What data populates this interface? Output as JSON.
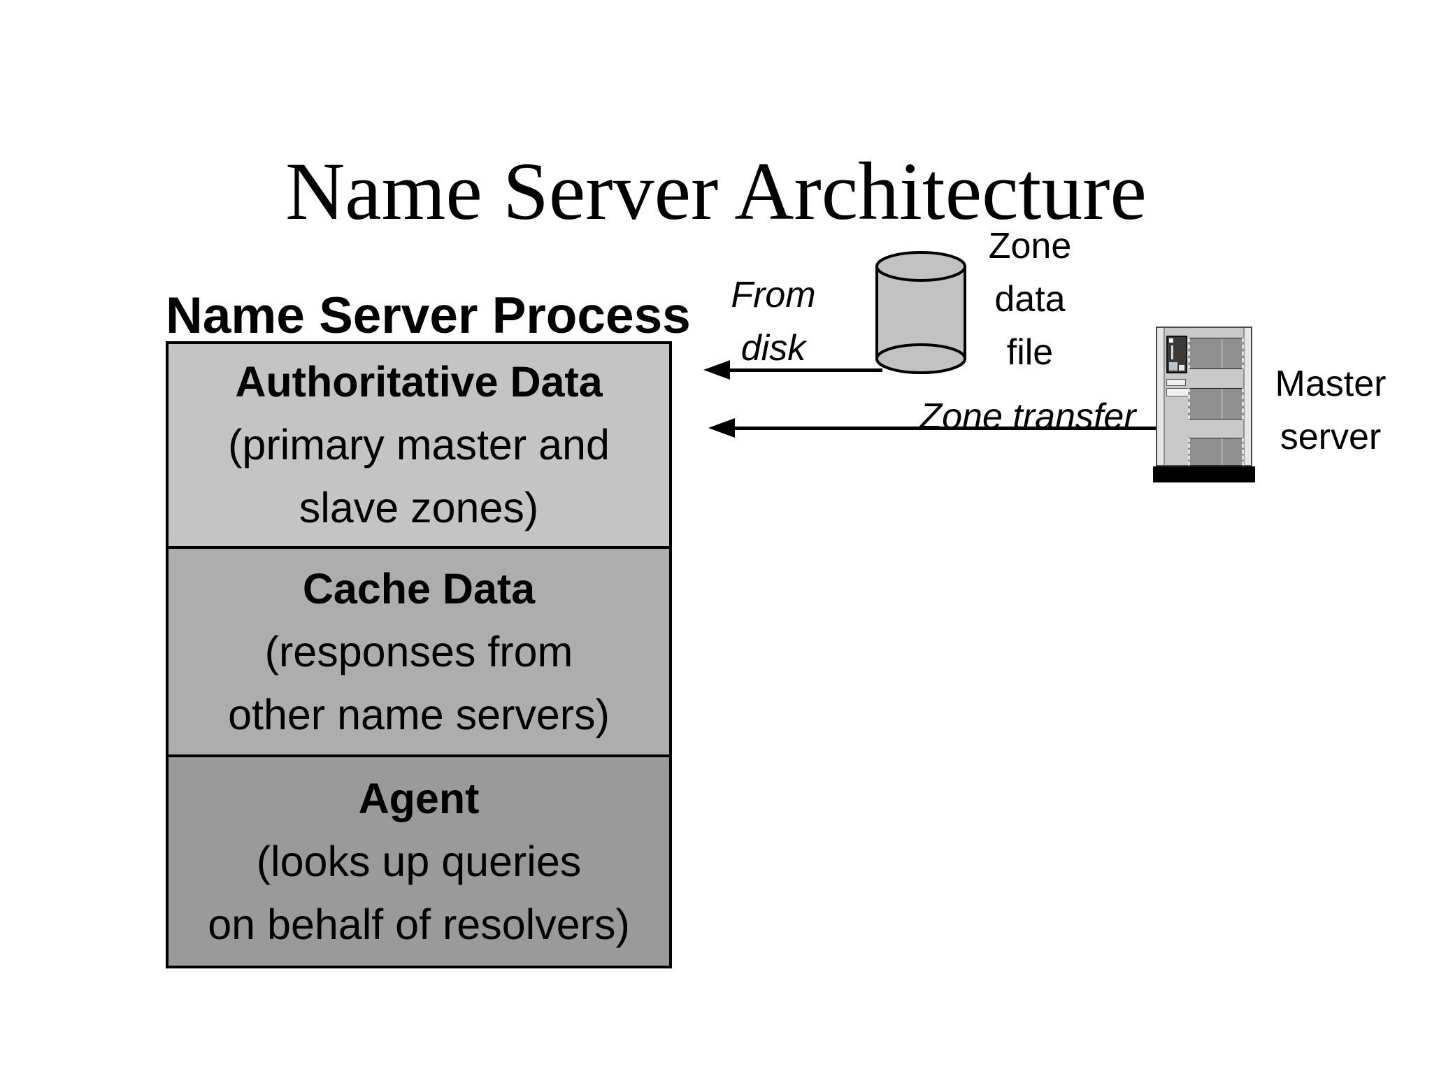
{
  "slide": {
    "title": "Name Server Architecture",
    "background": "#ffffff"
  },
  "process": {
    "label": "Name Server Process",
    "sections": [
      {
        "heading": "Authoritative Data",
        "line1": "(primary master and",
        "line2": "slave zones)",
        "fill": "#c4c4c4"
      },
      {
        "heading": "Cache Data",
        "line1": "(responses from",
        "line2": "other name servers)",
        "fill": "#adadad"
      },
      {
        "heading": "Agent",
        "line1": "(looks up queries",
        "line2": "on behalf of resolvers)",
        "fill": "#9a9a9a"
      }
    ]
  },
  "annotations": {
    "from_disk": {
      "line1": "From",
      "line2": "disk"
    },
    "zone_data_file": {
      "line1": "Zone",
      "line2": "data",
      "line3": "file"
    },
    "zone_transfer": "Zone transfer",
    "master_server": {
      "line1": "Master",
      "line2": "server"
    }
  },
  "icons": {
    "zone_data_cylinder": "database-cylinder",
    "master_server_tower": "server-tower"
  },
  "colors": {
    "cylinder_fill": "#c2c2c2",
    "box_border": "#000000",
    "arrow": "#000000",
    "server_body": "#c9c9c9",
    "server_bay": "#8f8f8f",
    "server_base": "#000000"
  }
}
